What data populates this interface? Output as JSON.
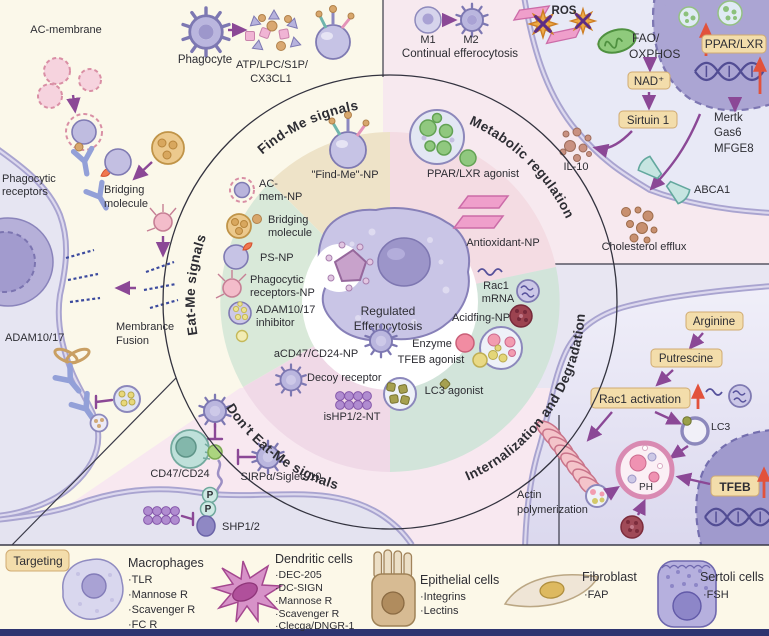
{
  "colors": {
    "cream_bg": "#fbf8ea",
    "pink_bg": "#f7e9ef",
    "lavender_bg": "#e8e6f2",
    "legend_bg": "#fcf8e8",
    "navy_bar": "#2e3470",
    "wedge_tan": "#eee3c8",
    "wedge_pink": "#f4dce3",
    "wedge_teal": "#d2e4da",
    "wedge_mauve": "#f0d9e7",
    "wedge_green": "#d9e9d9",
    "accent_purple": "#8b4896",
    "accent_red": "#e2523c",
    "tan_box": "#f3ddab"
  },
  "tl": {
    "ac_membrane": "AC-membrane",
    "phagocytic_receptors_1": "Phagocytic",
    "phagocytic_receptors_2": "receptors",
    "bridging_1": "Bridging",
    "bridging_2": "molecule",
    "phagocyte": "Phagocyte",
    "find_me_factors_1": "ATP/LPC/S1P/",
    "find_me_factors_2": "CX3CL1",
    "membrane_fusion_1": "Membrance",
    "membrane_fusion_2": "Fusion",
    "adam": "ADAM10/17",
    "cd47": "CD47/CD24",
    "sirpa": "SIRPα/Siglec-10",
    "shp": "SHP1/2",
    "p": "P"
  },
  "ring": {
    "find_me": "Find-Me signals",
    "metabolic": "Metabolic regulation",
    "internalization": "Internalization and Degradation",
    "dont_eat_me": "Don’t Eat-Me signals",
    "eat_me": "Eat-Me signals",
    "center_1": "Regulated",
    "center_2": "Efferocytosis",
    "find_me_np": "\"Find-Me\"-NP",
    "ppar_agonist": "PPAR/LXR agonist",
    "antioxidant_np": "Antioxidant-NP",
    "ac_mem_np_1": "AC-",
    "ac_mem_np_2": "mem-NP",
    "bridging_1": "Bridging",
    "bridging_2": "molecule",
    "ps_np": "PS-NP",
    "phagocytic_np_1": "Phagocytic",
    "phagocytic_np_2": "receptors-NP",
    "adam_inhibitor_1": "ADAM10/17",
    "adam_inhibitor_2": "inhibitor",
    "acd47_np": "aCD47/CD24-NP",
    "decoy": "Decoy receptor",
    "ishp_nt": "isHP1/2-NT",
    "rac1_1": "Rac1",
    "rac1_2": "mRNA",
    "acidifying_np": "Acidfing-NP",
    "enzyme": "Enzyme",
    "tfeb_agonist": "TFEB agonist",
    "lc3_agonist": "LC3 agonist"
  },
  "tr": {
    "m1": "M1",
    "m2": "M2",
    "continual": "Continual efferocytosis",
    "ros": "ROS",
    "fao_1": "FAO/",
    "fao_2": "OXPHOS",
    "nad": "NAD⁺",
    "sirtuin": "Sirtuin 1",
    "ppar_lxr": "PPAR/LXR",
    "mertk": "Mertk",
    "gas6": "Gas6",
    "mfge8": "MFGE8",
    "il10": "IL-10",
    "abca1": "ABCA1",
    "cholesterol": "Cholesterol efflux"
  },
  "br": {
    "arginine": "Arginine",
    "putrescine": "Putrescine",
    "rac1_activation": "Rac1 activation",
    "lc3": "LC3",
    "ph": "PH",
    "tfeb": "TFEB",
    "actin_1": "Actin",
    "actin_2": "polymerization"
  },
  "legend": {
    "targeting": "Targeting",
    "macrophages": {
      "name": "Macrophages",
      "items": [
        "·TLR",
        "·Mannose R",
        "·Scavenger R",
        "·FC R"
      ]
    },
    "dendritic": {
      "name": "Dendritic cells",
      "items": [
        "·DEC-205",
        "·DC-SIGN",
        "·Mannose R",
        "·Scavenger R",
        "·Clecga/DNGR-1"
      ]
    },
    "epithelial": {
      "name": "Epithelial cells",
      "items": [
        "·Integrins",
        "·Lectins"
      ]
    },
    "fibroblast": {
      "name": "Fibroblast",
      "items": [
        "·FAP"
      ]
    },
    "sertoli": {
      "name": "Sertoli cells",
      "items": [
        "·FSH"
      ]
    }
  }
}
